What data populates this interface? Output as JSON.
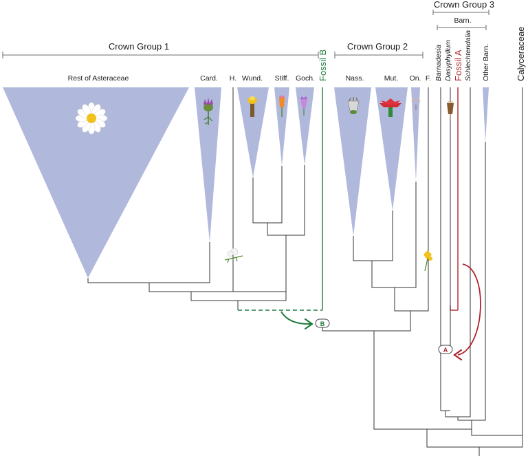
{
  "colors": {
    "clade_fill": "#b0b9dc",
    "branch": "#333333",
    "bracket": "#8a8a8a",
    "fossil_a": "#b0242c",
    "fossil_b": "#1e7a3c"
  },
  "groups": {
    "crown1": "Crown Group 1",
    "crown2": "Crown Group 2",
    "crown3": "Crown Group 3",
    "barn": "Barn."
  },
  "taxa": {
    "rest": "Rest of Asteraceae",
    "card": "Card.",
    "h": "H.",
    "wund": "Wund.",
    "stiff": "Stiff.",
    "goch": "Goch.",
    "nass": "Nass.",
    "mut": "Mut.",
    "on": "On.",
    "f": "F.",
    "barnadesia": "Barnadesia",
    "dasyphyllum": "Dasyphyllum",
    "schlechtendalia": "Schlechtendalia",
    "other_barn": "Other Barn.",
    "calyceraceae": "Calyceraceae"
  },
  "fossils": {
    "a_label": "Fossil A",
    "b_label": "Fossil B",
    "a_marker": "A",
    "b_marker": "B"
  }
}
